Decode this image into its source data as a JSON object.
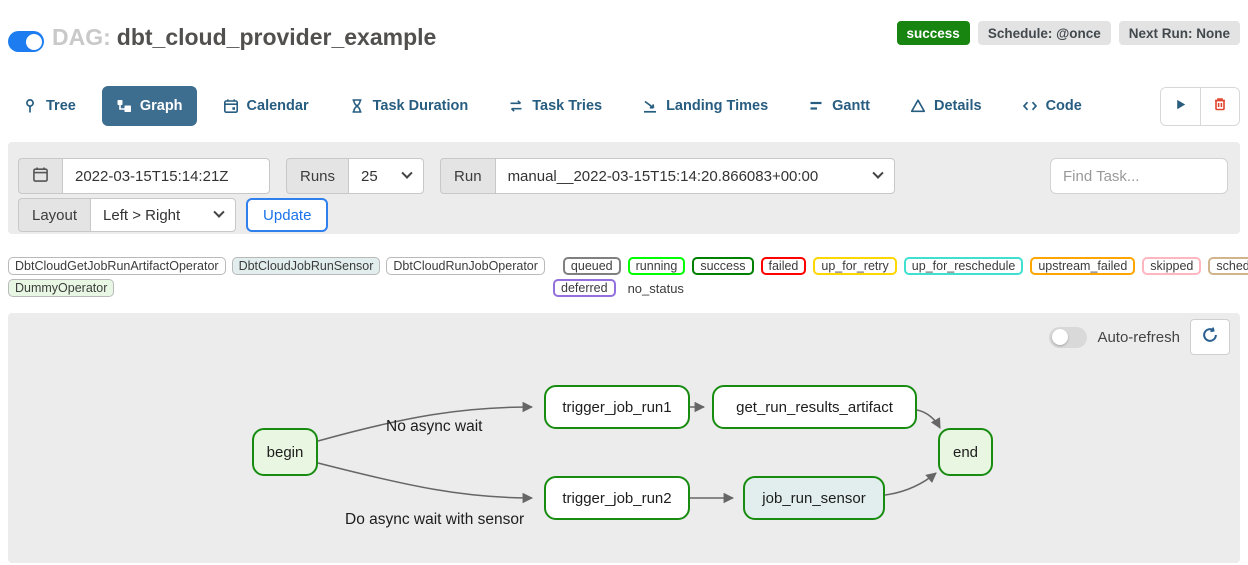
{
  "header": {
    "toggle_state": "on",
    "dag_prefix": "DAG:",
    "dag_title": "dbt_cloud_provider_example",
    "status_badge": "success",
    "schedule_badge": "Schedule: @once",
    "next_run_badge": "Next Run: None"
  },
  "tabs": [
    {
      "label": "Tree",
      "active": false
    },
    {
      "label": "Graph",
      "active": true
    },
    {
      "label": "Calendar",
      "active": false
    },
    {
      "label": "Task Duration",
      "active": false
    },
    {
      "label": "Task Tries",
      "active": false
    },
    {
      "label": "Landing Times",
      "active": false
    },
    {
      "label": "Gantt",
      "active": false
    },
    {
      "label": "Details",
      "active": false
    },
    {
      "label": "Code",
      "active": false
    }
  ],
  "filters": {
    "execution_date_value": "2022-03-15T15:14:21Z",
    "runs_label": "Runs",
    "runs_selected": "25",
    "run_label": "Run",
    "run_selected": "manual__2022-03-15T15:14:20.866083+00:00",
    "find_task_placeholder": "Find Task...",
    "layout_label": "Layout",
    "layout_selected": "Left > Right",
    "update_button": "Update"
  },
  "legend": {
    "operators": [
      {
        "label": "DbtCloudGetJobRunArtifactOperator",
        "fill": "#ffffff"
      },
      {
        "label": "DbtCloudJobRunSensor",
        "fill": "#e2eeee"
      },
      {
        "label": "DbtCloudRunJobOperator",
        "fill": "#ffffff"
      },
      {
        "label": "DummyOperator",
        "fill": "#e8f7e4"
      }
    ],
    "states": [
      {
        "label": "queued",
        "border": "#808080"
      },
      {
        "label": "running",
        "border": "#00ff00"
      },
      {
        "label": "success",
        "border": "#008000"
      },
      {
        "label": "failed",
        "border": "#ff0000"
      },
      {
        "label": "up_for_retry",
        "border": "#ffd700"
      },
      {
        "label": "up_for_reschedule",
        "border": "#40e0d0"
      },
      {
        "label": "upstream_failed",
        "border": "#ffa500"
      },
      {
        "label": "skipped",
        "border": "#ffb6c1"
      },
      {
        "label": "scheduled",
        "border": "#d2b48c"
      },
      {
        "label": "deferred",
        "border": "#9370db"
      }
    ],
    "no_status_label": "no_status"
  },
  "graph": {
    "auto_refresh_label": "Auto-refresh",
    "auto_refresh_state": "off",
    "nodes": [
      {
        "id": "begin",
        "label": "begin",
        "fill": "#e9f6e2"
      },
      {
        "id": "trigger_job_run1",
        "label": "trigger_job_run1",
        "fill": "#ffffff"
      },
      {
        "id": "get_run_results_artifact",
        "label": "get_run_results_artifact",
        "fill": "#ffffff"
      },
      {
        "id": "trigger_job_run2",
        "label": "trigger_job_run2",
        "fill": "#ffffff"
      },
      {
        "id": "job_run_sensor",
        "label": "job_run_sensor",
        "fill": "#e2eeee"
      },
      {
        "id": "end",
        "label": "end",
        "fill": "#e9f6e2"
      }
    ],
    "edges": [
      {
        "from": "begin",
        "to": "trigger_job_run1",
        "label": "No async wait"
      },
      {
        "from": "begin",
        "to": "trigger_job_run2",
        "label": "Do async wait with sensor"
      },
      {
        "from": "trigger_job_run1",
        "to": "get_run_results_artifact",
        "label": ""
      },
      {
        "from": "get_run_results_artifact",
        "to": "end",
        "label": ""
      },
      {
        "from": "trigger_job_run2",
        "to": "job_run_sensor",
        "label": ""
      },
      {
        "from": "job_run_sensor",
        "to": "end",
        "label": ""
      }
    ]
  },
  "colors": {
    "accent_blue": "#1d7df0",
    "active_tab_bg": "#3d6e90",
    "tab_text": "#275d80",
    "success_green": "#188510",
    "node_border_green": "#178c10",
    "panel_gray": "#ececec",
    "trash_red": "#e0442e"
  }
}
